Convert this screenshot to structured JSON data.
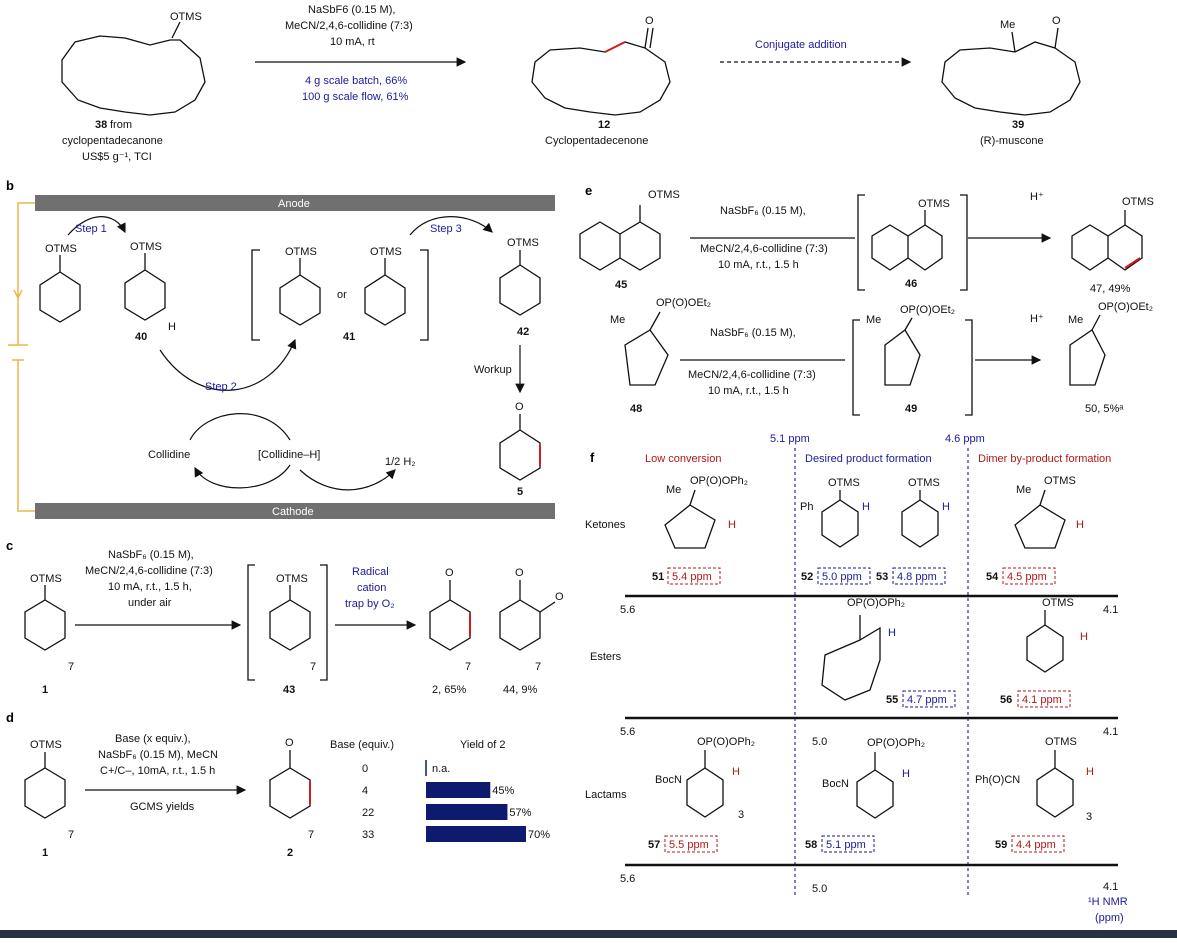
{
  "panel_a": {
    "reagents": [
      "NaSbF6 (0.15 M),",
      "MeCN/2,4,6-collidine (7:3)",
      "10 mA, rt"
    ],
    "scale_batch": "4 g scale batch, 66%",
    "scale_flow": "100 g scale flow, 61%",
    "conjugate": "Conjugate addition",
    "otms": "OTMS",
    "o": "O",
    "me": "Me",
    "c38_num": "38",
    "c38_from": " from",
    "c38_l2": "cyclopentadecanone",
    "c38_l3": "US$5 g⁻¹, TCI",
    "c12_num": "12",
    "c12_name": "Cyclopentadecenone",
    "c39_num": "39",
    "c39_name": "(R)-muscone"
  },
  "panel_b": {
    "label": "b",
    "anode": "Anode",
    "cathode": "Cathode",
    "step1": "Step 1",
    "step2": "Step 2",
    "step3": "Step 3",
    "otms": "OTMS",
    "or": "or",
    "h": "H",
    "c40": "40",
    "c41": "41",
    "c42": "42",
    "c5": "5",
    "workup": "Workup",
    "collidine": "Collidine",
    "collidine_h": "[Collidine–H]",
    "h2": "1/2 H₂",
    "o": "O"
  },
  "panel_c": {
    "label": "c",
    "reagents": [
      "NaSbF₆ (0.15 M),",
      "MeCN/2,4,6-collidine (7:3)",
      "10 mA, r.t., 1.5 h,",
      "under air"
    ],
    "trap": [
      "Radical",
      "cation",
      "trap by O₂"
    ],
    "otms": "OTMS",
    "c1": "1",
    "c43": "43",
    "c2": "2, 65%",
    "c44": "44, 9%",
    "seven": "7",
    "o": "O"
  },
  "panel_d": {
    "label": "d",
    "reagents": [
      "Base (x equiv.),",
      "NaSbF₆ (0.15 M), MeCN",
      "C+/C–, 10mA, r.t., 1.5 h"
    ],
    "gcms": "GCMS yields",
    "otms": "OTMS",
    "c1": "1",
    "c2": "2",
    "seven": "7",
    "o": "O",
    "col_base": "Base (equiv.)",
    "col_yield": "Yield of 2"
  },
  "chart_data": {
    "type": "bar",
    "categories": [
      "0",
      "4",
      "22",
      "33"
    ],
    "values": [
      null,
      45,
      57,
      70
    ],
    "value_labels": [
      "n.a.",
      "45%",
      "57%",
      "70%"
    ],
    "xlabel": "Base (equiv.)",
    "ylabel": "Yield of 2",
    "ylim": [
      0,
      70
    ],
    "colors": {
      "bar": "#0d1a6e"
    }
  },
  "panel_e": {
    "label": "e",
    "reagents": [
      "NaSbF₆ (0.15 M),",
      "MeCN/2,4,6-collidine (7:3)",
      "10 mA, r.t., 1.5 h"
    ],
    "otms": "OTMS",
    "hplus": "H⁺",
    "c45": "45",
    "c46": "46",
    "c47": "47, 49%",
    "me": "Me",
    "opo": "OP(O)OEt₂",
    "c48": "48",
    "c49": "49",
    "c50": "50, 5%ᵃ"
  },
  "panel_f": {
    "label": "f",
    "top_ppm_left": "5.1 ppm",
    "top_ppm_right": "4.6 ppm",
    "col_low": "Low conversion",
    "col_desired": "Desired product formation",
    "col_dimer": "Dimer by-product formation",
    "row_ketones": "Ketones",
    "row_esters": "Esters",
    "row_lactams": "Lactams",
    "tick_56": "5.6",
    "tick_50": "5.0",
    "tick_41": "4.1",
    "axis_label_l1": "¹H NMR",
    "axis_label_l2": "(ppm)",
    "otms": "OTMS",
    "opoph": "OP(O)OPh₂",
    "me": "Me",
    "ph": "Ph",
    "h": "H",
    "bocn": "BocN",
    "phocn": "Ph(O)CN",
    "three": "3",
    "c51": "51",
    "p51": "5.4 ppm",
    "c52": "52",
    "p52": "5.0 ppm",
    "c53": "53",
    "p53": "4.8 ppm",
    "c54": "54",
    "p54": "4.5 ppm",
    "c55": "55",
    "p55": "4.7 ppm",
    "c56": "56",
    "p56": "4.1 ppm",
    "c57": "57",
    "p57": "5.5 ppm",
    "c58": "58",
    "p58": "5.1 ppm",
    "c59": "59",
    "p59": "4.4 ppm"
  },
  "colors": {
    "red": "#d41a1a",
    "blue": "#1a1a9a",
    "electrode": "#707070",
    "wire": "#e8b84a"
  }
}
